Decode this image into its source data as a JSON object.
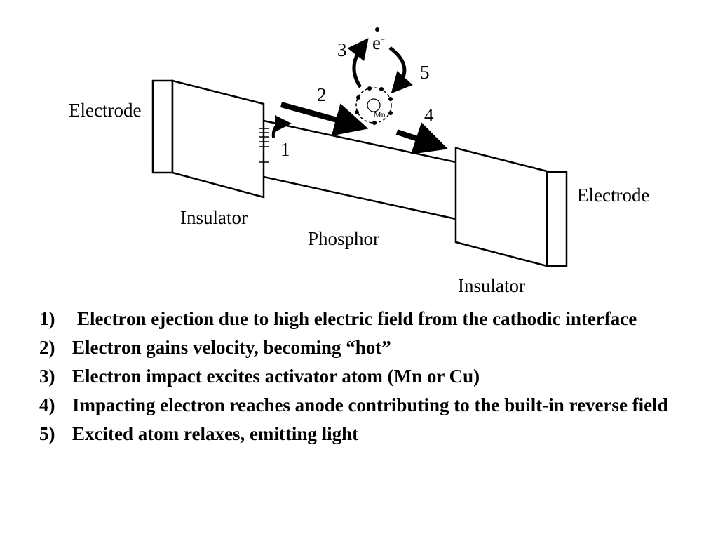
{
  "diagram": {
    "labels": {
      "electrode_left": "Electrode",
      "electrode_right": "Electrode",
      "insulator_left": "Insulator",
      "insulator_right": "Insulator",
      "phosphor": "Phosphor",
      "electron": "e",
      "electron_sup": "-",
      "atom": "Mn"
    },
    "step_markers": [
      "1",
      "2",
      "3",
      "4",
      "5"
    ]
  },
  "steps": [
    {
      "num": "1)",
      "text": "Electron ejection due to high electric field from the cathodic interface"
    },
    {
      "num": "2)",
      "text": "Electron gains velocity, becoming “hot”"
    },
    {
      "num": "3)",
      "text": "Electron impact excites activator atom (Mn or Cu)"
    },
    {
      "num": "4)",
      "text": "Impacting electron reaches anode contributing to the built-in reverse field"
    },
    {
      "num": "5)",
      "text": "Excited atom relaxes, emitting light"
    }
  ]
}
